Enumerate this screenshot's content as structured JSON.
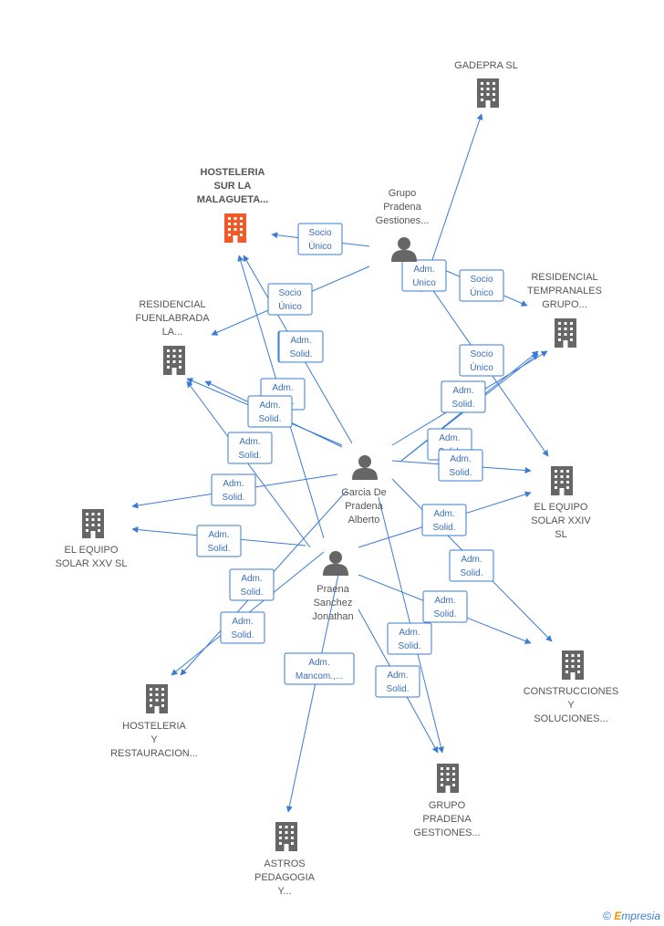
{
  "colors": {
    "edge": "#3a7bd5",
    "building": "#666666",
    "building_main": "#f05a28",
    "person": "#666666",
    "label_text": "#555555",
    "relation_text": "#3a6fb8"
  },
  "copyright": {
    "symbol": "©",
    "brand_initial": "E",
    "brand_rest": "mpresia"
  },
  "nodes": [
    {
      "id": "hosteleria_sur",
      "kind": "company",
      "main": true,
      "lines": [
        "HOSTELERIA",
        "SUR LA",
        "MALAGUETA..."
      ]
    },
    {
      "id": "gadepra",
      "kind": "company",
      "lines": [
        "GADEPRA SL"
      ]
    },
    {
      "id": "grupo_pradena_p",
      "kind": "person",
      "lines": [
        "Grupo",
        "Pradena",
        "Gestiones..."
      ]
    },
    {
      "id": "residencial_temp",
      "kind": "company",
      "lines": [
        "RESIDENCIAL",
        "TEMPRANALES",
        "GRUPO..."
      ]
    },
    {
      "id": "residencial_fuen",
      "kind": "company",
      "lines": [
        "RESIDENCIAL",
        "FUENLABRADA",
        "LA..."
      ]
    },
    {
      "id": "garcia",
      "kind": "person",
      "lines": [
        "Garcia De",
        "Pradena",
        "Alberto"
      ]
    },
    {
      "id": "equipo_xxiv",
      "kind": "company",
      "lines": [
        "EL EQUIPO",
        "SOLAR XXIV",
        "SL"
      ]
    },
    {
      "id": "equipo_xxv",
      "kind": "company",
      "lines": [
        "EL EQUIPO",
        "SOLAR XXV  SL"
      ]
    },
    {
      "id": "praena",
      "kind": "person",
      "lines": [
        "Praena",
        "Sanchez",
        "Jonathan"
      ]
    },
    {
      "id": "construcciones",
      "kind": "company",
      "lines": [
        "CONSTRUCCIONES",
        "Y",
        "SOLUCIONES..."
      ]
    },
    {
      "id": "hosteleria_rest",
      "kind": "company",
      "lines": [
        "HOSTELERIA",
        "Y",
        "RESTAURACION..."
      ]
    },
    {
      "id": "grupo_pradena_c",
      "kind": "company",
      "lines": [
        "GRUPO",
        "PRADENA",
        "GESTIONES..."
      ]
    },
    {
      "id": "astros",
      "kind": "company",
      "lines": [
        "ASTROS",
        "PEDAGOGIA",
        "Y..."
      ]
    }
  ],
  "relations": [
    {
      "id": "r1",
      "from": "grupo_pradena_p",
      "to": "hosteleria_sur",
      "lines": [
        "Socio",
        "Único"
      ]
    },
    {
      "id": "r2",
      "from": "grupo_pradena_p",
      "to": "residencial_fuen",
      "lines": [
        "Socio",
        "Único"
      ]
    },
    {
      "id": "r3",
      "from": "grupo_pradena_p",
      "to": "gadepra",
      "lines": [
        "Adm.",
        "Unico"
      ]
    },
    {
      "id": "r4",
      "from": "grupo_pradena_p",
      "to": "residencial_temp",
      "lines": [
        "Socio",
        "Único"
      ]
    },
    {
      "id": "r5",
      "from": "grupo_pradena_p",
      "to": "equipo_xxiv",
      "lines": [
        "Socio",
        "Único"
      ]
    },
    {
      "id": "r6",
      "from": "garcia",
      "to": "hosteleria_sur",
      "lines": [
        "Adm.",
        "Solid."
      ]
    },
    {
      "id": "r7",
      "from": "garcia",
      "to": "residencial_fuen",
      "lines": [
        "Adm.",
        "Solid."
      ]
    },
    {
      "id": "r8",
      "from": "garcia",
      "to": "residencial_fuen",
      "lines": [
        "Adm.",
        "Solid."
      ]
    },
    {
      "id": "r9",
      "from": "garcia",
      "to": "equipo_xxv",
      "lines": [
        "Adm.",
        "Solid."
      ]
    },
    {
      "id": "r10",
      "from": "garcia",
      "to": "residencial_temp",
      "lines": [
        "Adm.",
        "Solid."
      ]
    },
    {
      "id": "r11",
      "from": "garcia",
      "to": "residencial_temp",
      "lines": [
        "Adm.",
        "Solid."
      ]
    },
    {
      "id": "r12",
      "from": "garcia",
      "to": "equipo_xxiv",
      "lines": [
        "Adm.",
        "Solid."
      ]
    },
    {
      "id": "r13",
      "from": "garcia",
      "to": "construcciones",
      "lines": [
        "Adm.",
        "Solid."
      ]
    },
    {
      "id": "r14",
      "from": "garcia",
      "to": "grupo_pradena_c",
      "lines": [
        "Adm.",
        "Solid."
      ]
    },
    {
      "id": "r15",
      "from": "garcia",
      "to": "hosteleria_rest",
      "lines": [
        "Adm.",
        "Solid."
      ]
    },
    {
      "id": "r16",
      "from": "praena",
      "to": "hosteleria_sur",
      "lines": [
        "Adm.",
        "Solid."
      ]
    },
    {
      "id": "r17",
      "from": "praena",
      "to": "residencial_fuen",
      "lines": [
        "Adm.",
        "Solid."
      ]
    },
    {
      "id": "r18",
      "from": "praena",
      "to": "equipo_xxv",
      "lines": [
        "Adm.",
        "Solid."
      ]
    },
    {
      "id": "r19",
      "from": "praena",
      "to": "equipo_xxiv",
      "lines": [
        "Adm.",
        "Solid."
      ]
    },
    {
      "id": "r20",
      "from": "praena",
      "to": "construcciones",
      "lines": [
        "Adm.",
        "Solid."
      ]
    },
    {
      "id": "r21",
      "from": "praena",
      "to": "hosteleria_rest",
      "lines": [
        "Adm.",
        "Solid."
      ]
    },
    {
      "id": "r22",
      "from": "praena",
      "to": "grupo_pradena_c",
      "lines": [
        "Adm.",
        "Solid."
      ]
    },
    {
      "id": "r23",
      "from": "praena",
      "to": "astros",
      "lines": [
        "Adm.",
        "Mancom.,..."
      ]
    },
    {
      "id": "r24",
      "from": "garcia",
      "to": "residencial_temp",
      "lines": [
        "Adm.",
        "Solid."
      ]
    }
  ]
}
